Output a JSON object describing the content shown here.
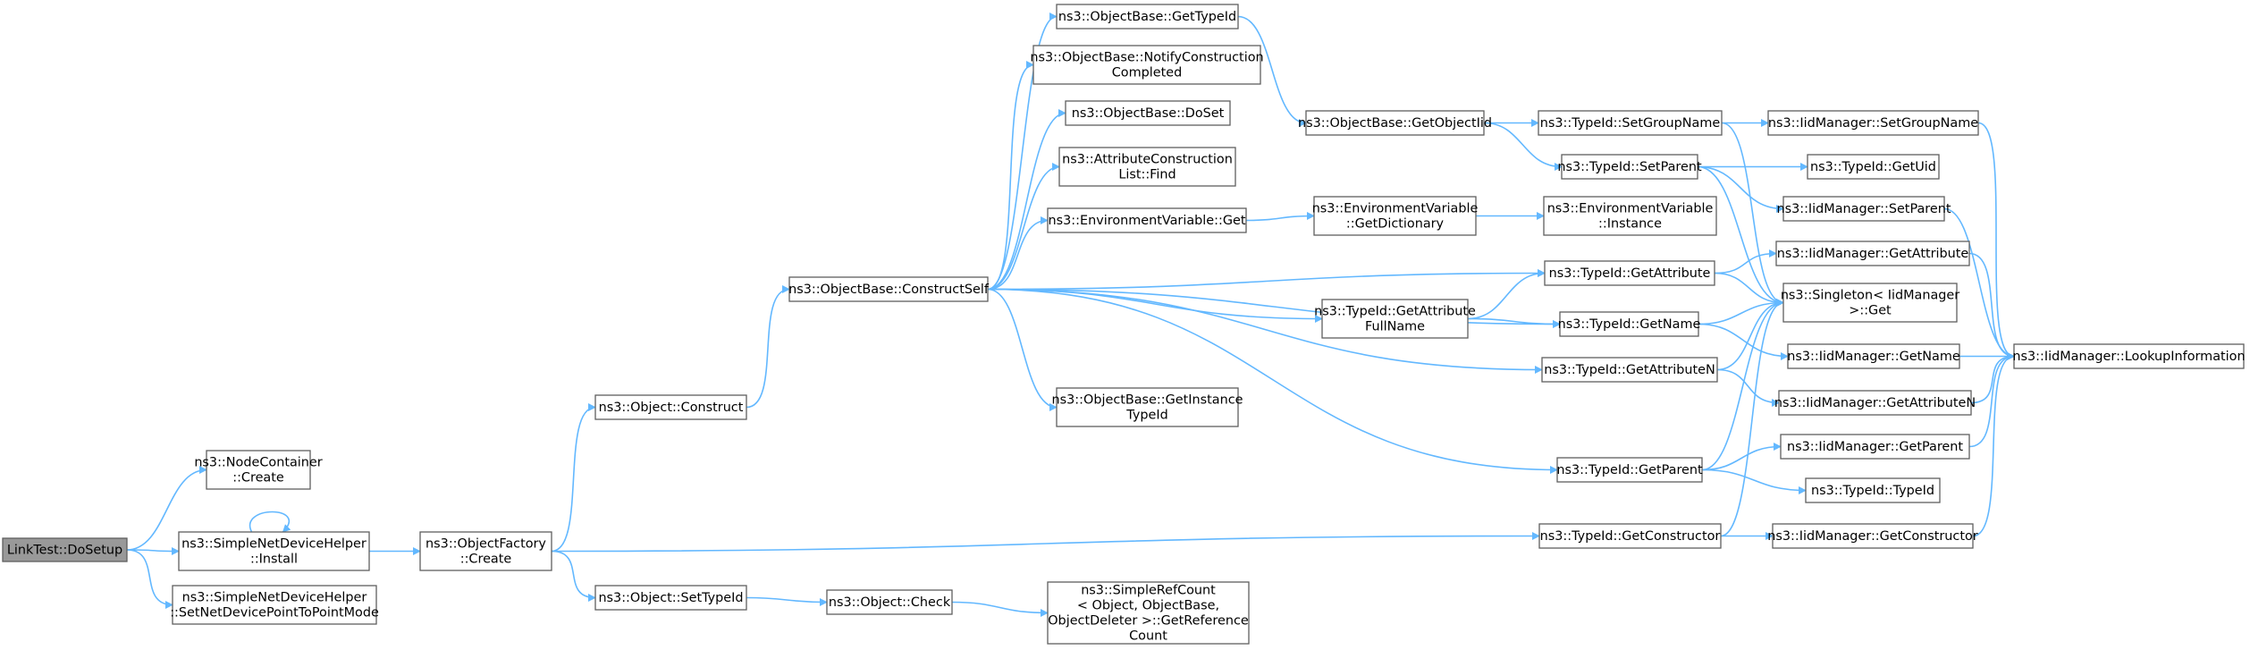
{
  "graph": {
    "edge_color": "#63b8ff",
    "node_border_color": "#5f5f5f",
    "root_fill": "#999999",
    "nodes": [
      {
        "id": "n0",
        "lines": [
          "LinkTest::DoSetup"
        ],
        "root": true
      },
      {
        "id": "n1",
        "lines": [
          "ns3::NodeContainer",
          "::Create"
        ]
      },
      {
        "id": "n2",
        "lines": [
          "ns3::SimpleNetDeviceHelper",
          "::Install"
        ]
      },
      {
        "id": "n3",
        "lines": [
          "ns3::SimpleNetDeviceHelper",
          "::SetNetDevicePointToPointMode"
        ]
      },
      {
        "id": "n4",
        "lines": [
          "ns3::ObjectFactory",
          "::Create"
        ]
      },
      {
        "id": "n5",
        "lines": [
          "ns3::Object::Construct"
        ]
      },
      {
        "id": "n6",
        "lines": [
          "ns3::Object::SetTypeId"
        ]
      },
      {
        "id": "n7",
        "lines": [
          "ns3::Object::Check"
        ]
      },
      {
        "id": "n8",
        "lines": [
          "ns3::SimpleRefCount",
          "< Object, ObjectBase,",
          " ObjectDeleter >::GetReference",
          "Count"
        ]
      },
      {
        "id": "n9",
        "lines": [
          "ns3::ObjectBase::ConstructSelf"
        ]
      },
      {
        "id": "n10",
        "lines": [
          "ns3::ObjectBase::GetTypeId"
        ]
      },
      {
        "id": "n11",
        "lines": [
          "ns3::ObjectBase::NotifyConstruction",
          "Completed"
        ]
      },
      {
        "id": "n12",
        "lines": [
          "ns3::ObjectBase::DoSet"
        ]
      },
      {
        "id": "n13",
        "lines": [
          "ns3::AttributeConstruction",
          "List::Find"
        ]
      },
      {
        "id": "n14",
        "lines": [
          "ns3::EnvironmentVariable::Get"
        ]
      },
      {
        "id": "n15",
        "lines": [
          "ns3::ObjectBase::GetInstance",
          "TypeId"
        ]
      },
      {
        "id": "n16",
        "lines": [
          "ns3::ObjectBase::GetObjectIid"
        ]
      },
      {
        "id": "n17",
        "lines": [
          "ns3::EnvironmentVariable",
          "::GetDictionary"
        ]
      },
      {
        "id": "n18",
        "lines": [
          "ns3::TypeId::GetAttribute",
          "FullName"
        ]
      },
      {
        "id": "n19",
        "lines": [
          "ns3::TypeId::SetGroupName"
        ]
      },
      {
        "id": "n20",
        "lines": [
          "ns3::TypeId::SetParent"
        ]
      },
      {
        "id": "n21",
        "lines": [
          "ns3::EnvironmentVariable",
          "::Instance"
        ]
      },
      {
        "id": "n22",
        "lines": [
          "ns3::TypeId::GetAttribute"
        ]
      },
      {
        "id": "n23",
        "lines": [
          "ns3::TypeId::GetName"
        ]
      },
      {
        "id": "n24",
        "lines": [
          "ns3::TypeId::GetAttributeN"
        ]
      },
      {
        "id": "n25",
        "lines": [
          "ns3::TypeId::GetParent"
        ]
      },
      {
        "id": "n26",
        "lines": [
          "ns3::TypeId::GetConstructor"
        ]
      },
      {
        "id": "n27",
        "lines": [
          "ns3::IidManager::SetGroupName"
        ]
      },
      {
        "id": "n28",
        "lines": [
          "ns3::TypeId::GetUid"
        ]
      },
      {
        "id": "n29",
        "lines": [
          "ns3::IidManager::SetParent"
        ]
      },
      {
        "id": "n30",
        "lines": [
          "ns3::IidManager::GetAttribute"
        ]
      },
      {
        "id": "n31",
        "lines": [
          "ns3::Singleton< IidManager",
          " >::Get"
        ]
      },
      {
        "id": "n32",
        "lines": [
          "ns3::IidManager::GetName"
        ]
      },
      {
        "id": "n33",
        "lines": [
          "ns3::IidManager::GetAttributeN"
        ]
      },
      {
        "id": "n34",
        "lines": [
          "ns3::IidManager::GetParent"
        ]
      },
      {
        "id": "n35",
        "lines": [
          "ns3::TypeId::TypeId"
        ]
      },
      {
        "id": "n36",
        "lines": [
          "ns3::IidManager::GetConstructor"
        ]
      },
      {
        "id": "n37",
        "lines": [
          "ns3::IidManager::LookupInformation"
        ]
      }
    ],
    "edges": [
      [
        "n0",
        "n1"
      ],
      [
        "n0",
        "n2"
      ],
      [
        "n0",
        "n3"
      ],
      [
        "n2",
        "n2"
      ],
      [
        "n2",
        "n4"
      ],
      [
        "n4",
        "n5"
      ],
      [
        "n4",
        "n6"
      ],
      [
        "n4",
        "n26"
      ],
      [
        "n5",
        "n9"
      ],
      [
        "n6",
        "n7"
      ],
      [
        "n7",
        "n8"
      ],
      [
        "n9",
        "n10"
      ],
      [
        "n9",
        "n11"
      ],
      [
        "n9",
        "n12"
      ],
      [
        "n9",
        "n13"
      ],
      [
        "n9",
        "n14"
      ],
      [
        "n9",
        "n15"
      ],
      [
        "n9",
        "n18"
      ],
      [
        "n9",
        "n22"
      ],
      [
        "n9",
        "n23"
      ],
      [
        "n9",
        "n24"
      ],
      [
        "n9",
        "n25"
      ],
      [
        "n10",
        "n16"
      ],
      [
        "n14",
        "n17"
      ],
      [
        "n17",
        "n21"
      ],
      [
        "n16",
        "n19"
      ],
      [
        "n16",
        "n20"
      ],
      [
        "n18",
        "n22"
      ],
      [
        "n18",
        "n23"
      ],
      [
        "n19",
        "n27"
      ],
      [
        "n19",
        "n31"
      ],
      [
        "n20",
        "n28"
      ],
      [
        "n20",
        "n29"
      ],
      [
        "n20",
        "n31"
      ],
      [
        "n22",
        "n30"
      ],
      [
        "n22",
        "n31"
      ],
      [
        "n23",
        "n31"
      ],
      [
        "n23",
        "n32"
      ],
      [
        "n24",
        "n31"
      ],
      [
        "n24",
        "n33"
      ],
      [
        "n25",
        "n31"
      ],
      [
        "n25",
        "n34"
      ],
      [
        "n25",
        "n35"
      ],
      [
        "n26",
        "n31"
      ],
      [
        "n26",
        "n36"
      ],
      [
        "n27",
        "n37"
      ],
      [
        "n29",
        "n37"
      ],
      [
        "n30",
        "n37"
      ],
      [
        "n32",
        "n37"
      ],
      [
        "n33",
        "n37"
      ],
      [
        "n34",
        "n37"
      ],
      [
        "n36",
        "n37"
      ]
    ]
  }
}
